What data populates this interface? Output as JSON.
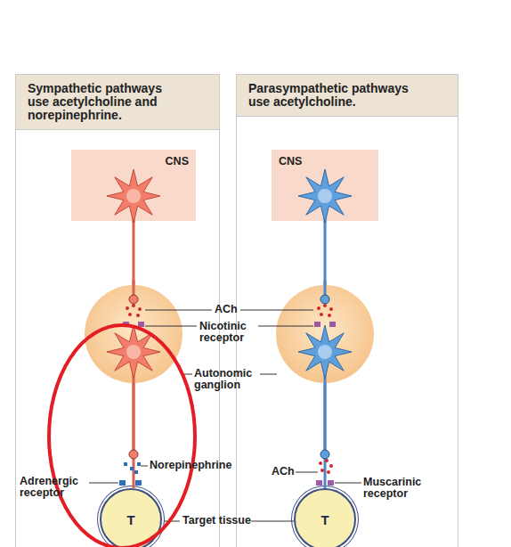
{
  "diagram": {
    "nodes": [
      {
        "text": [
          "Sympathetic pathways use acetylcholine and norepinephrine."
        ]
      },
      {
        "text": [
          "CNS"
        ],
        "in": 0
      },
      {
        "text": [
          "T"
        ],
        "in": 0
      },
      {
        "text": [
          "Parasympathetic pathways use acetylcholine."
        ]
      },
      {
        "text": [
          "CNS"
        ],
        "in": 3
      },
      {
        "text": [
          "T"
        ],
        "in": 3
      }
    ],
    "edges": [
      {
        "from": 1,
        "to": 2,
        "arrow": "none"
      },
      {
        "from": 4,
        "to": 5,
        "arrow": "none"
      }
    ],
    "labels": [
      "ACh",
      "Nicotinic receptor",
      "Autonomic ganglion",
      "Norepinephrine",
      "Adrenergic receptor",
      "ACh",
      "Muscarinic receptor",
      "Target tissue"
    ]
  }
}
